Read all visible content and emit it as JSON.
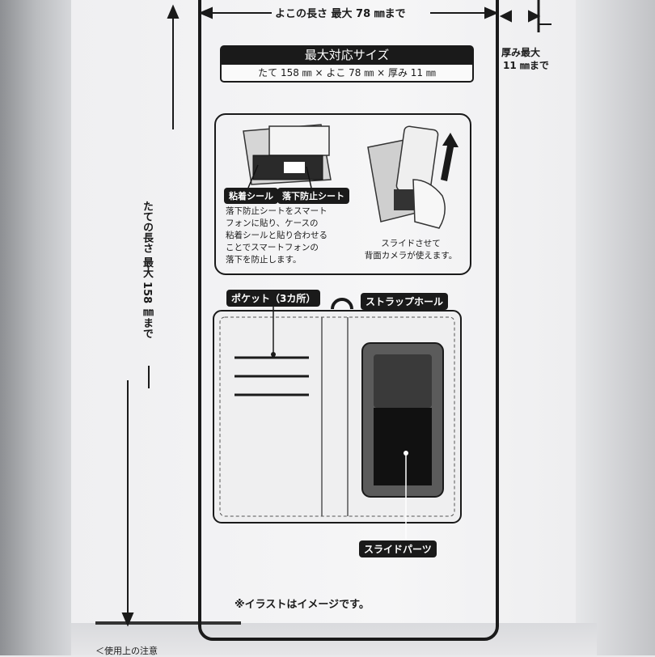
{
  "width_label": "よこの長さ 最大 78 ㎜まで",
  "height_label": "たての長さ 最大 158 ㎜まで",
  "thickness_label": {
    "line1": "厚み最大",
    "line2": "11 ㎜まで"
  },
  "max_size": {
    "title": "最大対応サイズ",
    "dimensions": "たて 158 ㎜ × よこ 78 ㎜ × 厚み 11 ㎜"
  },
  "feature_panel": {
    "tag_adhesive": "粘着シール",
    "tag_antidrop": "落下防止シート",
    "antidrop_desc": [
      "落下防止シートをスマート",
      "フォンに貼り、ケースの",
      "粘着シールと貼り合わせる",
      "ことでスマートフォンの",
      "落下を防止します。"
    ],
    "slide_desc": [
      "スライドさせて",
      "背面カメラが使えます。"
    ]
  },
  "case_diagram": {
    "pocket_label": "ポケット（3カ所）",
    "strap_label": "ストラップホール",
    "slide_label": "スライドパーツ"
  },
  "note": "※イラストはイメージです。",
  "footer_cut": "＜使用上の注意"
}
